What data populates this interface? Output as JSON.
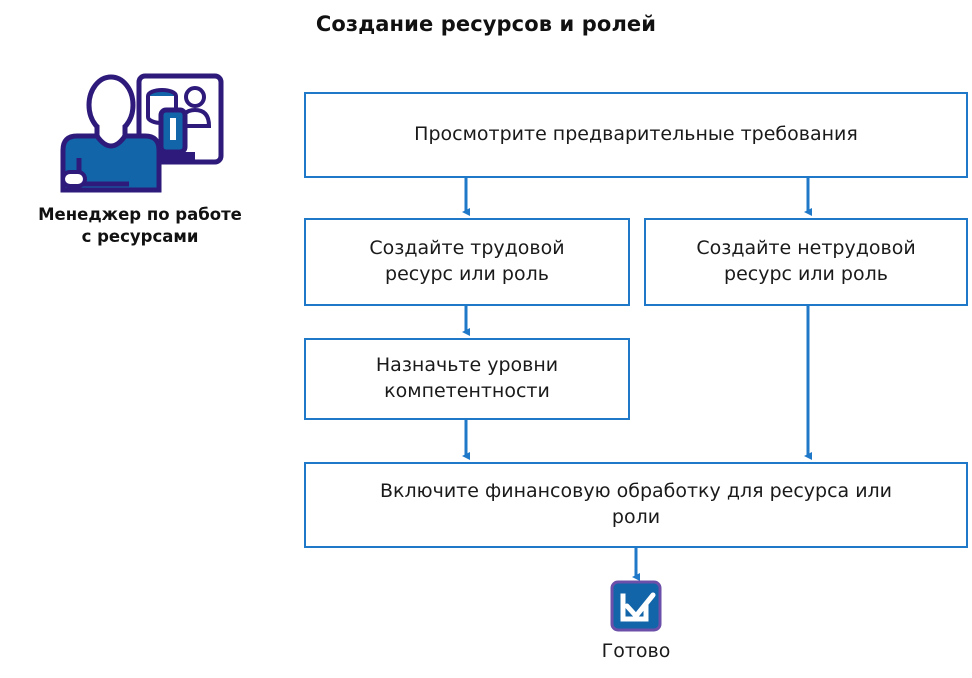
{
  "diagram": {
    "title": "Создание ресурсов и ролей",
    "type": "flowchart",
    "colors": {
      "box_border": "#2079C8",
      "connector": "#2079C8",
      "icon_outline": "#2E1A7A",
      "icon_fill": "#1265A8",
      "text": "#1a1a1a",
      "background": "#ffffff"
    }
  },
  "actor": {
    "icon": "resource-manager-icon",
    "label_line1": "Менеджер по работе",
    "label_line2": "с ресурсами"
  },
  "steps": {
    "prerequisites": {
      "id": "review-prerequisites",
      "text": "Просмотрите предварительные требования"
    },
    "labor": {
      "id": "create-labor-resource",
      "line1": "Создайте трудовой",
      "line2": "ресурс или роль"
    },
    "nonlabor": {
      "id": "create-nonlabor-resource",
      "line1": "Создайте нетрудовой",
      "line2": "ресурс или роль"
    },
    "competency": {
      "id": "assign-competency-levels",
      "line1": "Назначьте уровни",
      "line2": "компетентности"
    },
    "finance": {
      "id": "enable-financial-processing",
      "line1": "Включите финансовую обработку для ресурса или",
      "line2": "роли"
    }
  },
  "done": {
    "icon": "checkbox-check-icon",
    "label": "Готово"
  },
  "connections": [
    {
      "from": "review-prerequisites",
      "to": "create-labor-resource"
    },
    {
      "from": "review-prerequisites",
      "to": "create-nonlabor-resource"
    },
    {
      "from": "create-labor-resource",
      "to": "assign-competency-levels"
    },
    {
      "from": "assign-competency-levels",
      "to": "enable-financial-processing"
    },
    {
      "from": "create-nonlabor-resource",
      "to": "enable-financial-processing"
    },
    {
      "from": "enable-financial-processing",
      "to": "done"
    }
  ]
}
